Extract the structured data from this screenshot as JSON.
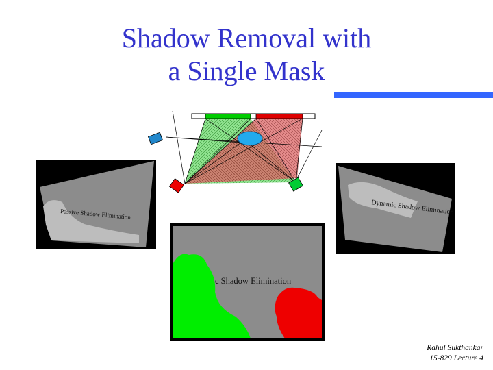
{
  "slide": {
    "title_line1": "Shadow Removal with",
    "title_line2": "a Single Mask"
  },
  "panels": {
    "left_label": "Passive Shadow Elimination",
    "right_label": "Dynamic Shadow Elimination",
    "center_label": "c Shadow Elimination"
  },
  "footer": {
    "author": "Rahul Sukthankar",
    "course": "15-829 Lecture 4"
  },
  "colors": {
    "title": "#3333cc",
    "accent_rule": "#3366ff",
    "green": "#00ee00",
    "red": "#ee0000",
    "blue": "#22a4e0"
  }
}
